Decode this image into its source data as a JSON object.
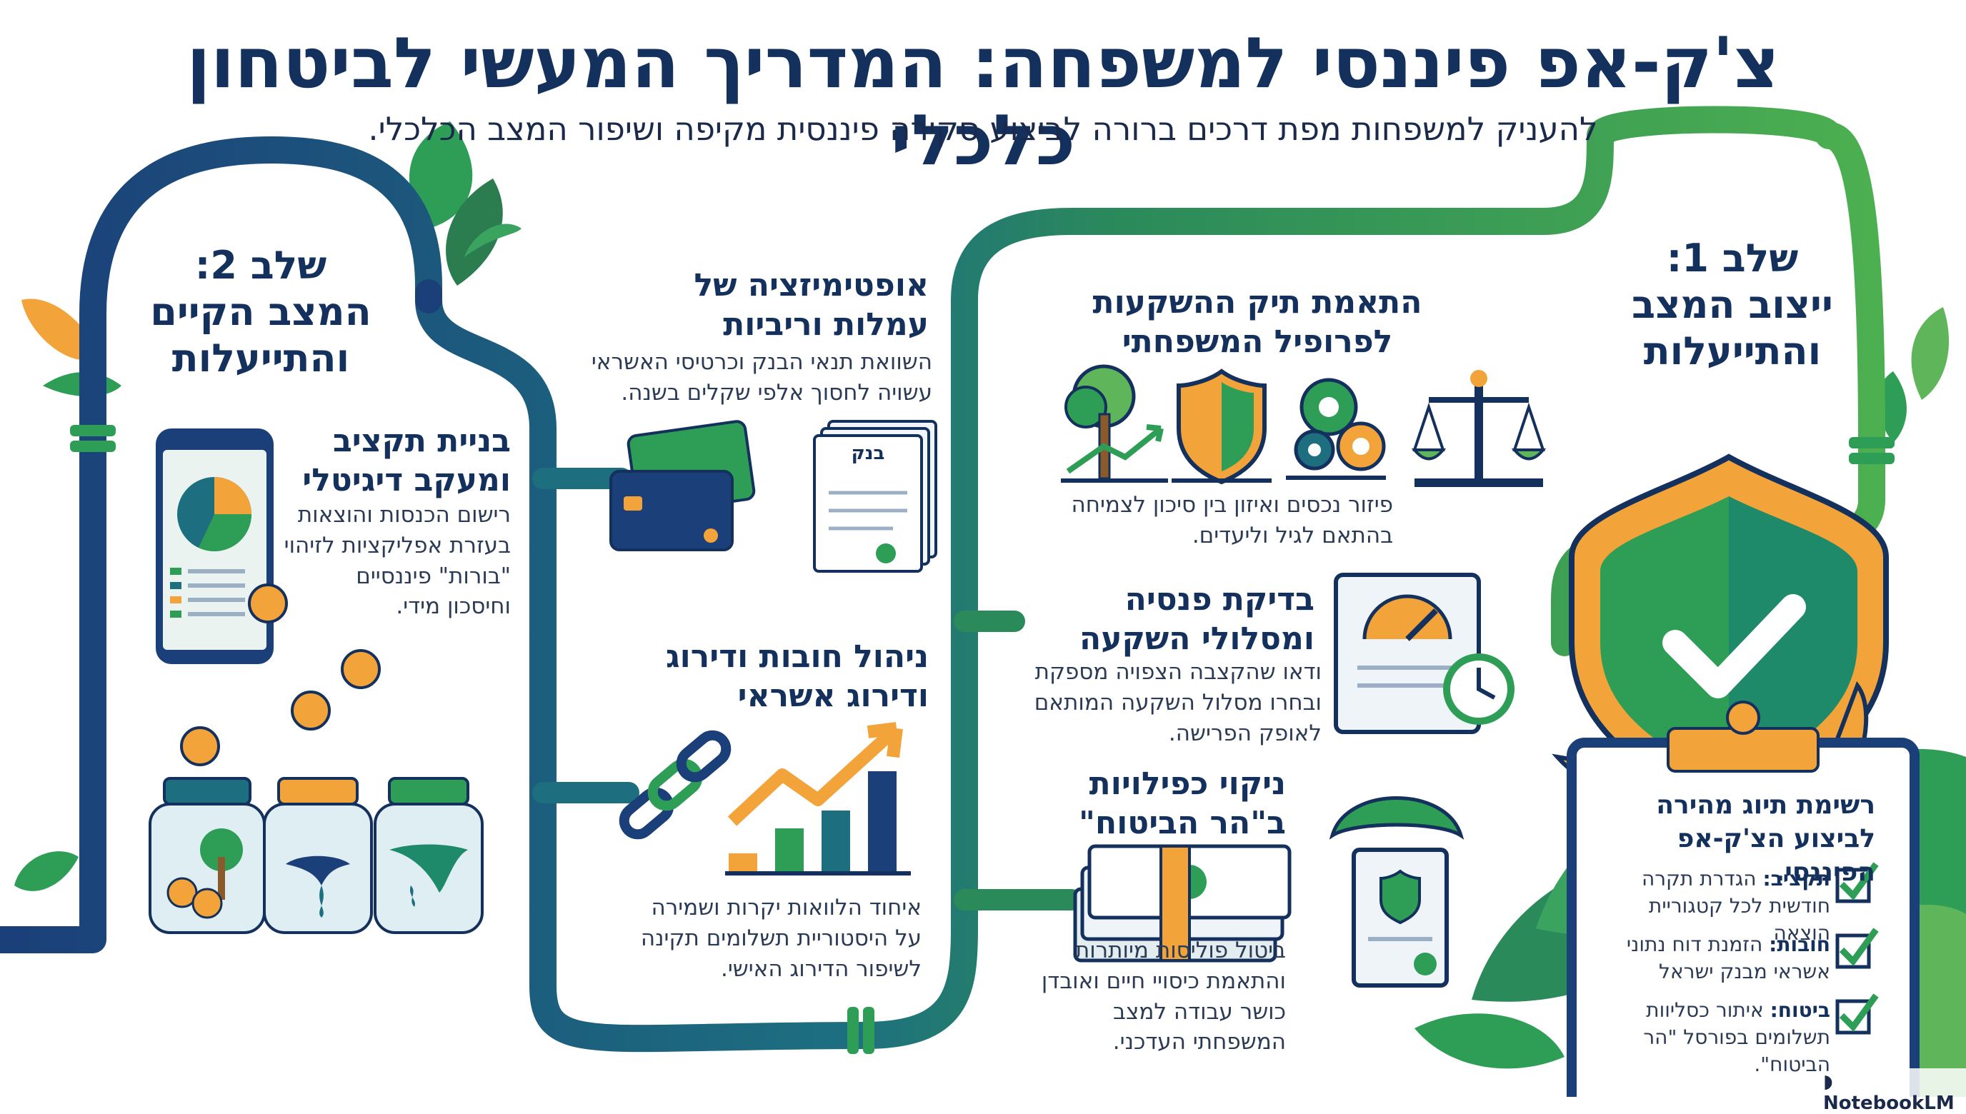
{
  "header": {
    "title": "צ'ק-אפ פיננסי למשפחה: המדריך המעשי לביטחון כלכלי",
    "subtitle": "להעניק למשפחות מפת דרכים ברורה לביצוע סקירה פיננסית מקיפה ושיפור המצב הכלכלי."
  },
  "stage1": {
    "label": "שלב 1:\nייצוב המצב\nוהתייעלות",
    "items": [
      {
        "heading": "התאמת תיק ההשקעות\nלפרופיל המשפחתי",
        "text": "פיזור נכסים ואיזון בין סיכון לצמיחה\nבהתאם לגיל וליעדים."
      },
      {
        "heading": "בדיקת פנסיה\nומסלולי השקעה",
        "text": "ודאו שהקצבה הצפויה מספקת\nובחרו מסלול השקעה המותאם\nלאופק הפרישה."
      },
      {
        "heading": "ניקוי כפילויות\nב\"הר הביטוח\"",
        "text": "ביטול פוליסות מיותרות\nוהתאמת כיסויי חיים ואובדן\nכושר עבודה למצב\nהמשפחתי העדכני."
      }
    ]
  },
  "stage2": {
    "label": "שלב 2:\nהמצב הקיים\nוהתייעלות",
    "items": [
      {
        "heading": "בניית תקציב\nומעקב דיגיטלי",
        "text": "רישום הכנסות והוצאות\nבעזרת אפליקציות לזיהוי\n\"בורות\" פיננסיים\nוחיסכון מידי."
      },
      {
        "heading": "אופטימיזציה של\nעמלות וריביות",
        "text": "השוואת תנאי הבנק וכרטיסי האשראי\nעשויה לחסוך אלפי שקלים בשנה."
      },
      {
        "heading": "ניהול חובות ודירוג\nודירוג אשראי",
        "text": "איחוד הלוואות יקרות ושמירה\nעל היסטוריית תשלומים תקינה\nלשיפור הדירוג האישי."
      }
    ]
  },
  "doc_label": "בנק",
  "checklist": {
    "title": "רשימת תיוג מהירה\nלביצוע הצ'ק-אפ הפיננסי.",
    "items": [
      {
        "key": "תקציב:",
        "text": " הגדרת תקרה\nחודשית לכל קטגוריית הוצאה"
      },
      {
        "key": "חובות:",
        "text": " הזמנת דוח נתוני\nאשראי מבנק ישראל"
      },
      {
        "key": "ביטוח:",
        "text": " איתור כסליוות\nתשלומים בפורסל \"הר\nהביטוח\"."
      }
    ]
  },
  "icons": {
    "stage1_illustration": "shield-check-hand-icon",
    "portfolio_icons": [
      "scales-icon",
      "gears-icon",
      "shield-icon",
      "growth-tree-icon"
    ],
    "pension_icon": "pension-gauge-document-icon",
    "insurance_icons": [
      "umbrella-document-icon",
      "banknote-stack-icon"
    ],
    "stage2_illustration": "phone-budget-app-icon",
    "fees_icons": [
      "bank-document-icon",
      "credit-cards-icon"
    ],
    "debt_icons": [
      "broken-chain-icon",
      "rising-bar-chart-icon"
    ],
    "jar_icons": [
      "savings-jar-tree-icon",
      "leaking-jar-icon",
      "dripping-jar-icon"
    ],
    "coin_icons": [
      "dollar-coin-icon",
      "euro-coin-icon"
    ]
  },
  "colors": {
    "navy": "#1b3f79",
    "teal": "#1d6f80",
    "green": "#2e9e57",
    "light_green": "#5fb65a",
    "orange": "#f2a33a",
    "text_dark": "#14305c"
  },
  "brand": "NotebookLM"
}
